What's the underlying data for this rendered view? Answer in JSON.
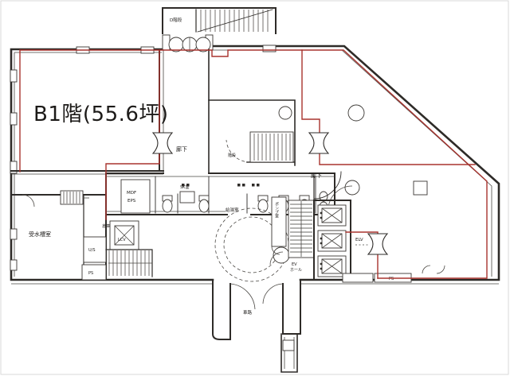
{
  "plan": {
    "title": "B1階(55.6坪)",
    "labels": {
      "d_stair": "D階段",
      "corridor_west": "廊下",
      "corridor_east": "廊下",
      "stairs_center": "階段",
      "mdf": "MDF",
      "eps": "EPS",
      "sk_room": "SK室",
      "kitchenette": "給湯室",
      "pump_room": "ポンプ室",
      "elevator": "ELV",
      "ev_hall_line1": "EV",
      "ev_hall_line2": "ホール",
      "water_tank_room": "受水槽室",
      "storage": "倉庫",
      "us_shaft": "U/S",
      "ps_west": "PS",
      "ps_east": "PS",
      "service_lift": "LCV",
      "ramp": "車路"
    },
    "colors": {
      "boundary": "#a8332e",
      "line": "#2e2b28",
      "background": "#ffffff"
    }
  }
}
